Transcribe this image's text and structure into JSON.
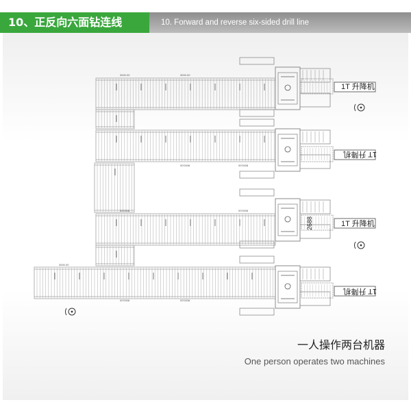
{
  "header": {
    "title_cn": "10、正反向六面钻连线",
    "title_en": "10. Forward and reverse six-sided drill line"
  },
  "diagram": {
    "lines": [
      {
        "lift_label": "1T  升降机",
        "dim_labels": [
          "3000.00",
          "3000.00"
        ]
      },
      {
        "lift_label": "1T  升降机",
        "dim_labels": [
          "00'0008",
          "00'0008"
        ]
      },
      {
        "lift_label": "1T  升降机",
        "side_dim": "2688",
        "dim_labels": [
          "00'0008",
          "00'0008"
        ]
      },
      {
        "lift_label": "1T  升降机",
        "dim_labels": [
          "3000.00",
          "00'0008",
          "00'0008"
        ]
      }
    ]
  },
  "tagline": {
    "cn": "一人操作两台机器",
    "en": "One person operates two machines"
  },
  "colors": {
    "green": "#3aa73d",
    "line": "#9a9a9a"
  }
}
